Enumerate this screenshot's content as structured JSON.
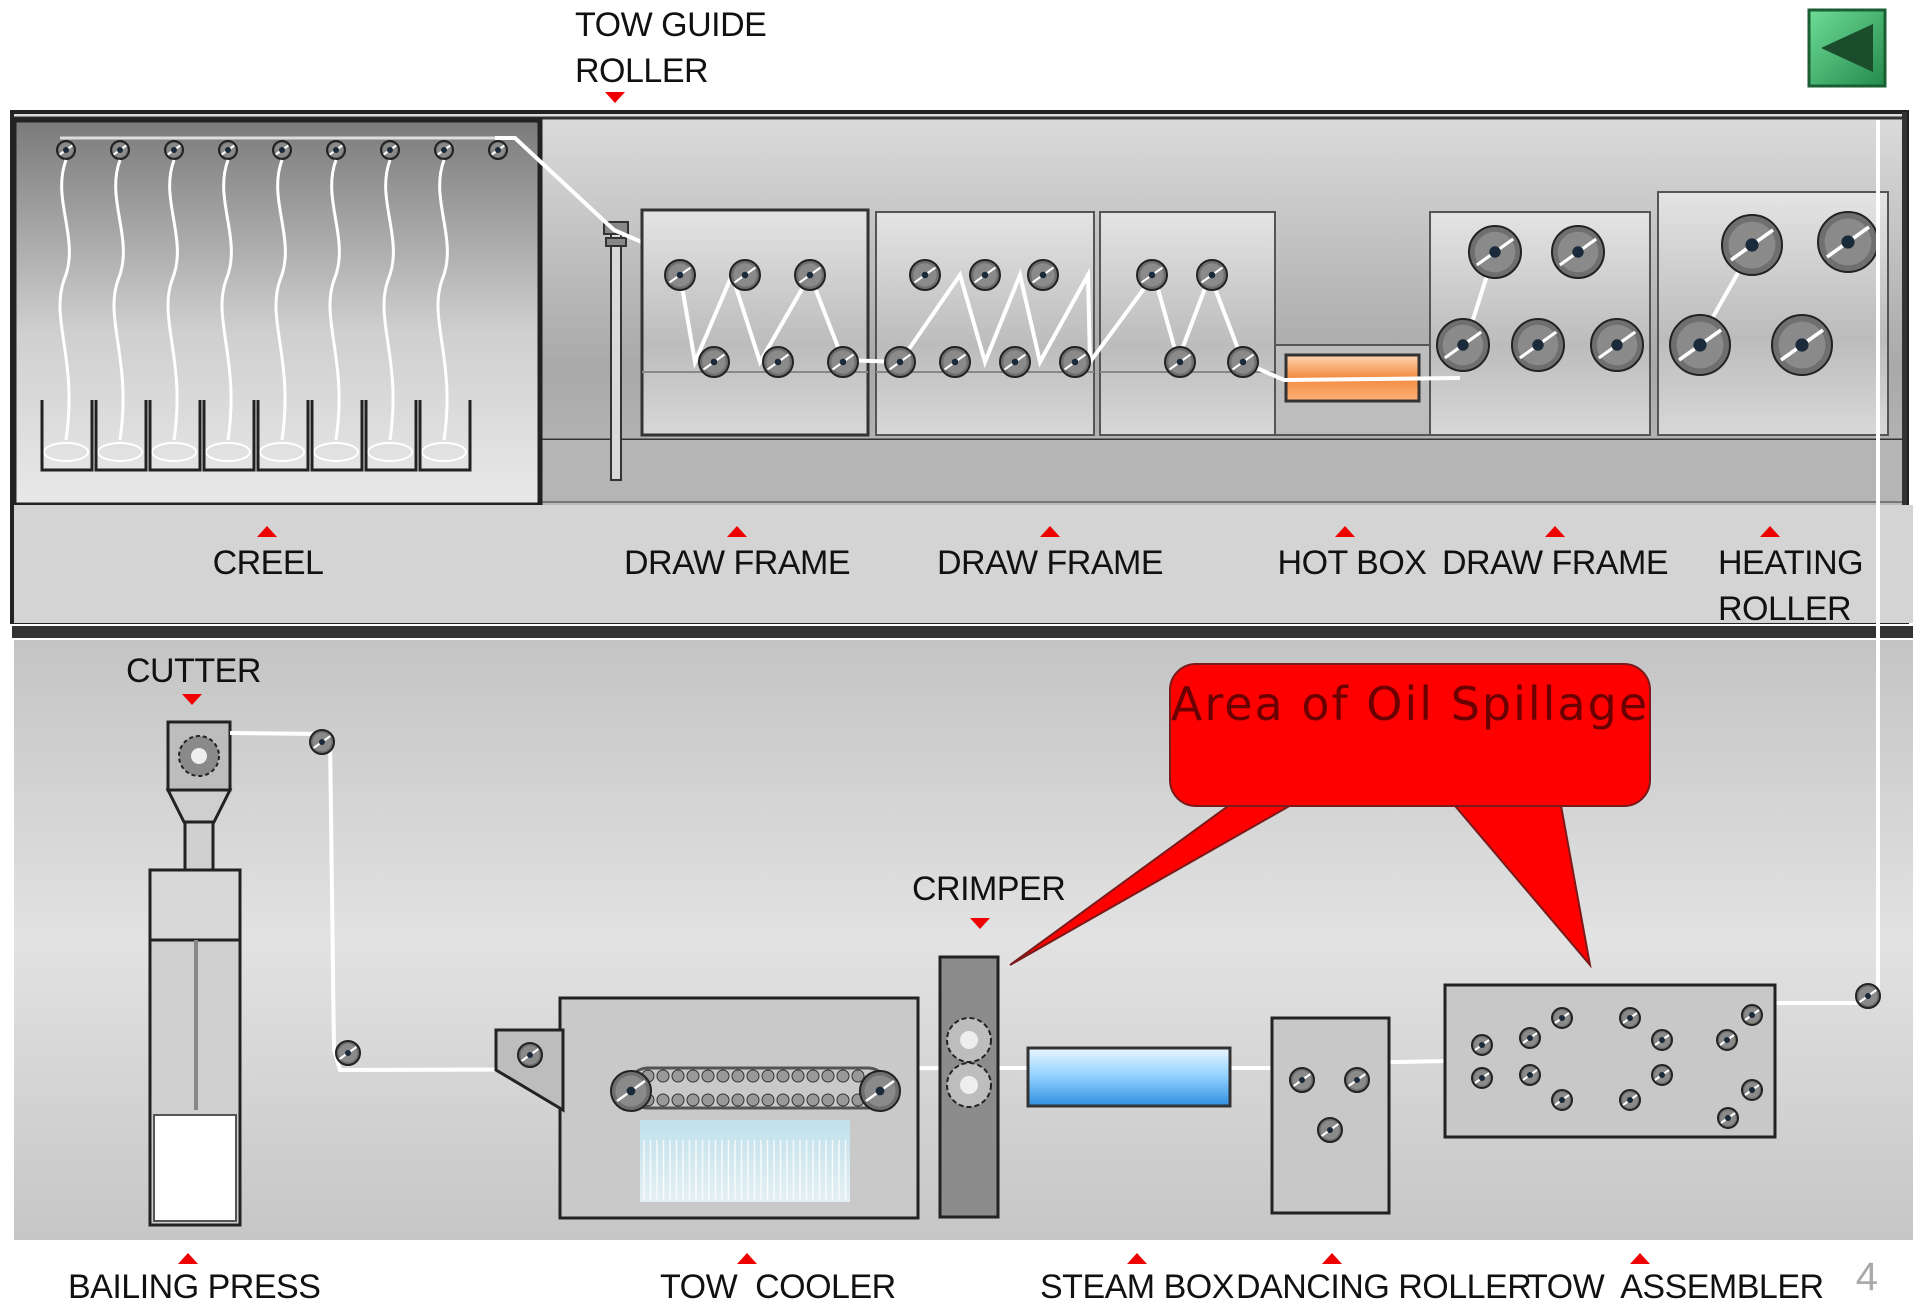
{
  "labels": {
    "tow_guide_roller": "TOW GUIDE\nROLLER",
    "creel": "CREEL",
    "draw_frame_1": "DRAW FRAME",
    "draw_frame_2": "DRAW FRAME",
    "hot_box": "HOT BOX",
    "draw_frame_3": "DRAW FRAME",
    "heating_roller": "HEATING\nROLLER",
    "cutter": "CUTTER",
    "crimper": "CRIMPER",
    "bailing_press": "BAILING PRESS",
    "tow_cooler": "TOW  COOLER",
    "steam_box": "STEAM BOX",
    "dancing_roller": "DANCING ROLLER",
    "tow_assembler": "TOW  ASSEMBLER"
  },
  "callout": {
    "text": "Area of Oil Spillage",
    "color": "#ff0000"
  },
  "nav": {
    "back_icon": "back-arrow-icon",
    "color": "#2f9e5a"
  },
  "page_number": "4"
}
